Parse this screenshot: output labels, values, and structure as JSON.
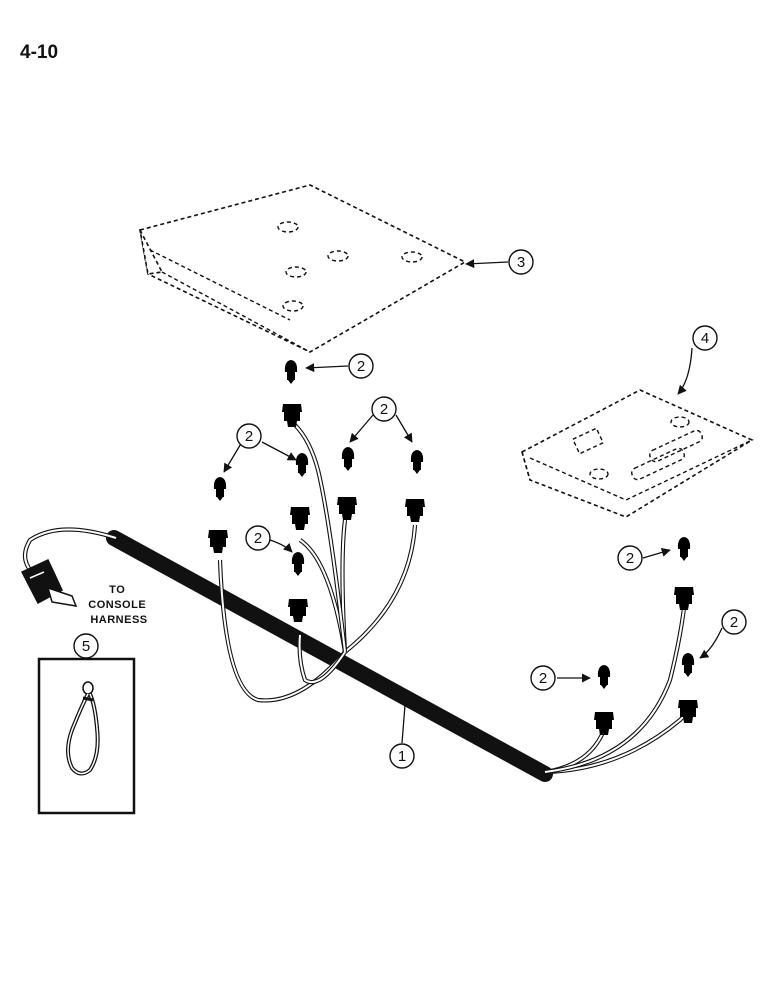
{
  "page_number": "4-10",
  "connector_label": [
    "TO",
    "CONSOLE",
    "HARNESS"
  ],
  "callouts": {
    "harness": "1",
    "bulb": "2",
    "panel_large": "3",
    "panel_small": "4",
    "strap": "5"
  }
}
